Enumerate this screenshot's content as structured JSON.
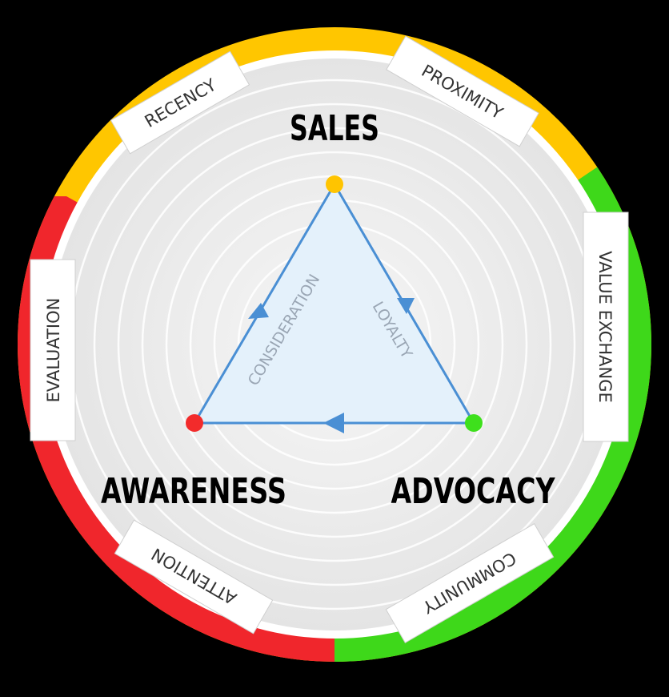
{
  "stages": {
    "sales": "SALES",
    "awareness": "AWARENESS",
    "advocacy": "ADVOCACY"
  },
  "edges": {
    "consideration": "CONSIDERATION",
    "loyalty": "LOYALTY"
  },
  "cards": {
    "recency": "RECENCY",
    "proximity": "PROXIMITY",
    "value_exchange": "VALUE EXCHANGE",
    "community": "COMMUNITY",
    "attention": "ATTENTION",
    "evaluation": "EVALUATION"
  },
  "colors": {
    "yellow": "#ffc600",
    "green": "#3ed81a",
    "red": "#f0262c",
    "triangle_stroke": "#4a8fd4",
    "triangle_fill": "#e4f1fb",
    "node_sales": "#ffc400",
    "node_awareness": "#f22b2b",
    "node_advocacy": "#3ee01c"
  }
}
